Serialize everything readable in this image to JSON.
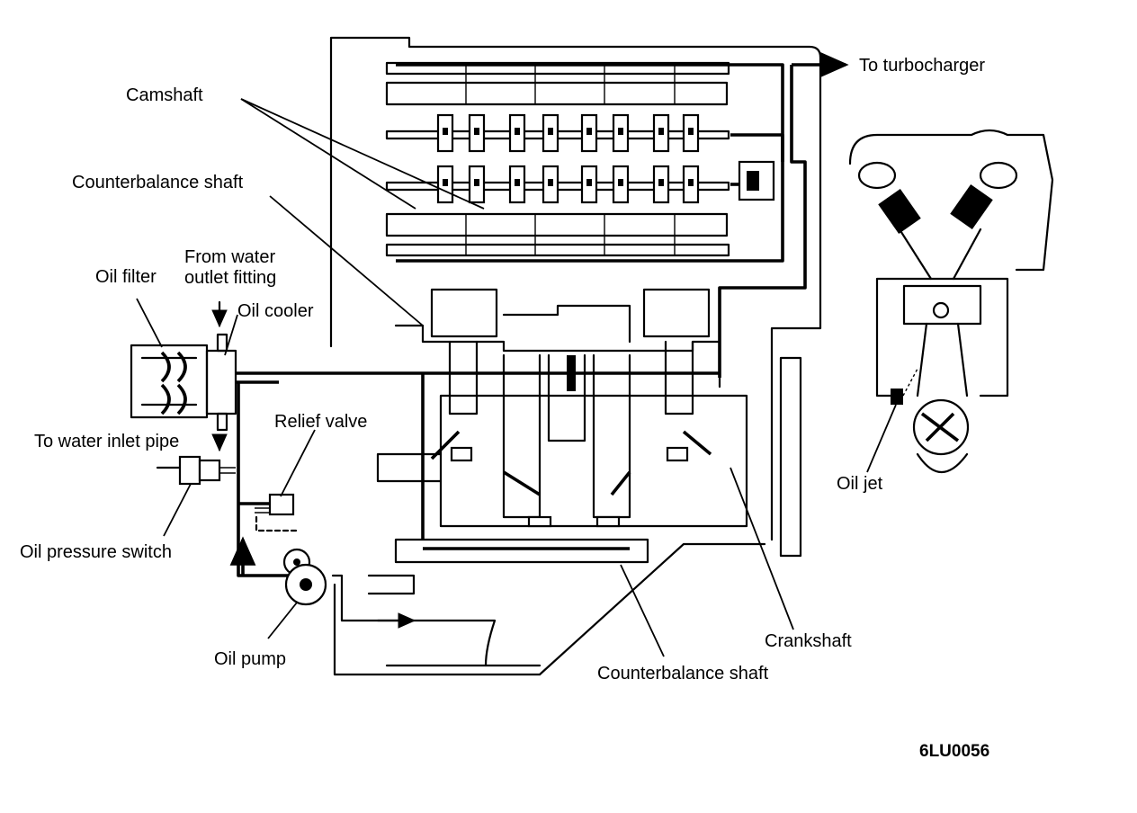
{
  "labels": {
    "turbocharger": "To turbocharger",
    "camshaft": "Camshaft",
    "counterbalance_top": "Counterbalance shaft",
    "from_water_line1": "From water",
    "from_water_line2": "outlet fitting",
    "oil_filter": "Oil filter",
    "oil_cooler": "Oil cooler",
    "relief_valve": "Relief valve",
    "water_inlet": "To water inlet pipe",
    "pressure_switch": "Oil pressure switch",
    "oil_pump": "Oil pump",
    "crankshaft": "Crankshaft",
    "counterbalance_bottom": "Counterbalance shaft",
    "oil_jet": "Oil jet"
  },
  "figure_code": "6LU0056"
}
